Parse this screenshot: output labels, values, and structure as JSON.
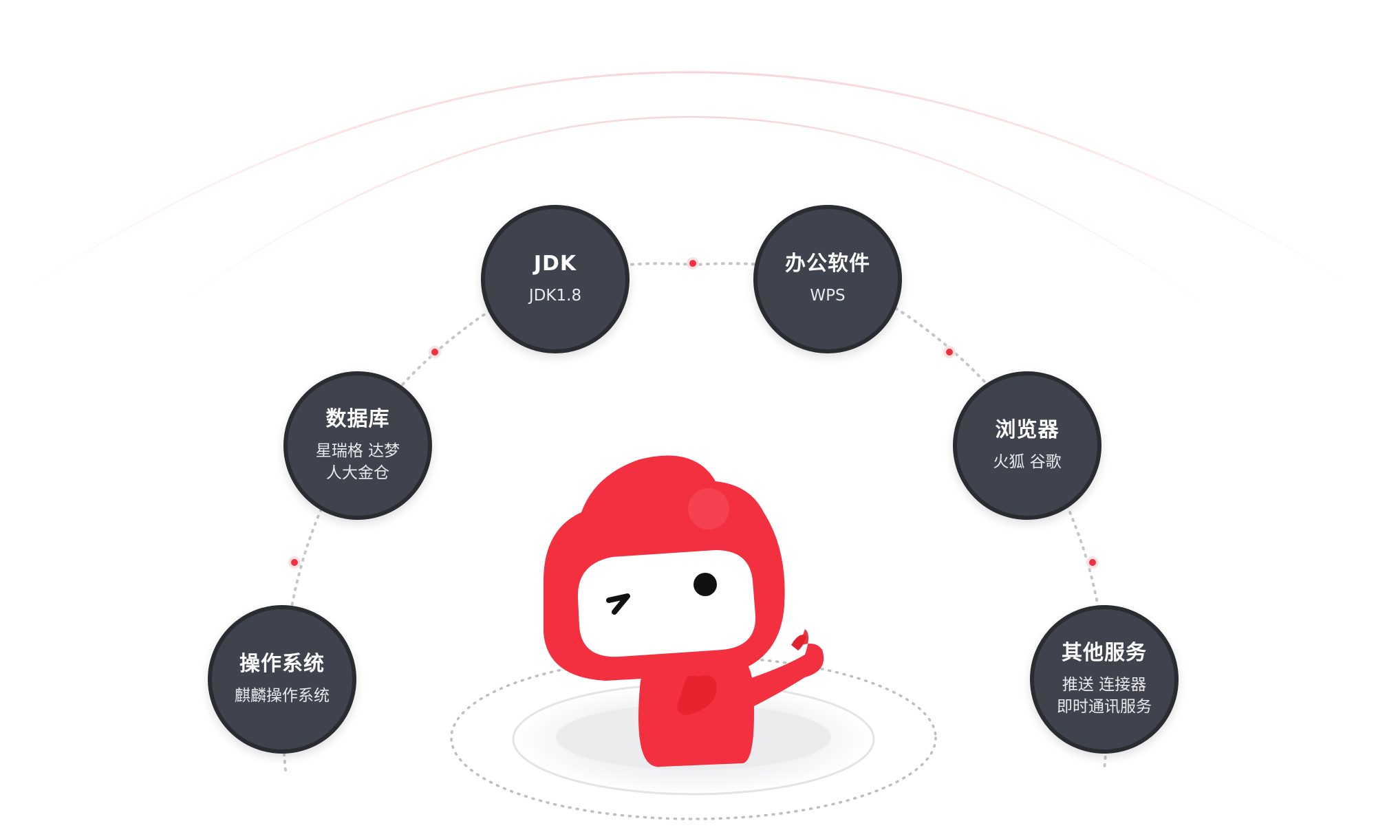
{
  "colors": {
    "node_fill": "#3f434e",
    "node_border": "#2a2c32",
    "accent_red": "#f3303f",
    "dot_gray": "#c8c8cc",
    "arc_pink": "#f7d6d8"
  },
  "nodes": {
    "os": {
      "title": "操作系统",
      "line1": "麒麟操作系统",
      "line2": ""
    },
    "database": {
      "title": "数据库",
      "line1": "星瑞格  达梦",
      "line2": "人大金仓"
    },
    "jdk": {
      "title": "JDK",
      "line1": "JDK1.8",
      "line2": ""
    },
    "office": {
      "title": "办公软件",
      "line1": "WPS",
      "line2": ""
    },
    "browser": {
      "title": "浏览器",
      "line1": "火狐   谷歌",
      "line2": ""
    },
    "other": {
      "title": "其他服务",
      "line1": "推送  连接器",
      "line2": "即时通讯服务"
    }
  },
  "mascot": {
    "icon": "mascot-illustration"
  }
}
